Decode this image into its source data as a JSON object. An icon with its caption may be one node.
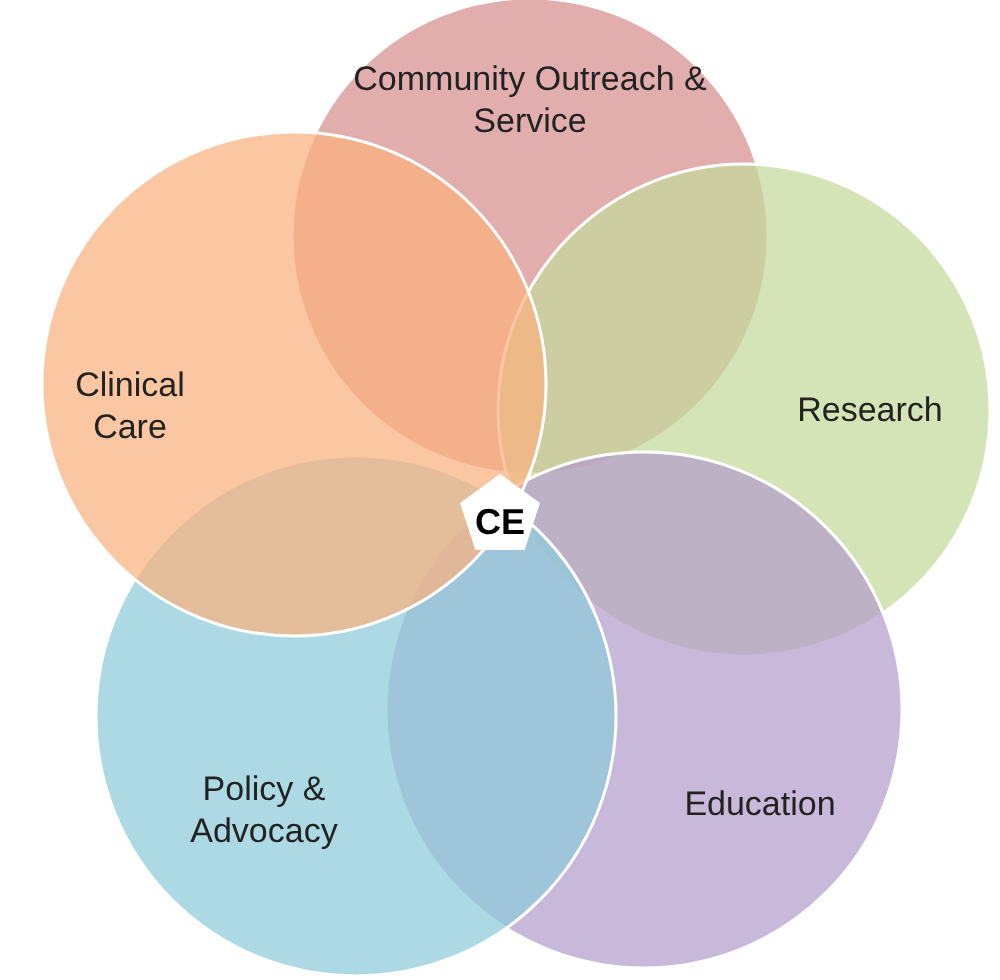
{
  "diagram": {
    "nodes": [
      {
        "text": [
          "Community Outreach & Service"
        ]
      },
      {
        "text": [
          "Clinical Care"
        ]
      },
      {
        "text": [
          "Research"
        ]
      },
      {
        "text": [
          "CE"
        ]
      },
      {
        "text": [
          "Policy & Advocacy"
        ]
      },
      {
        "text": [
          "Education"
        ]
      }
    ]
  }
}
